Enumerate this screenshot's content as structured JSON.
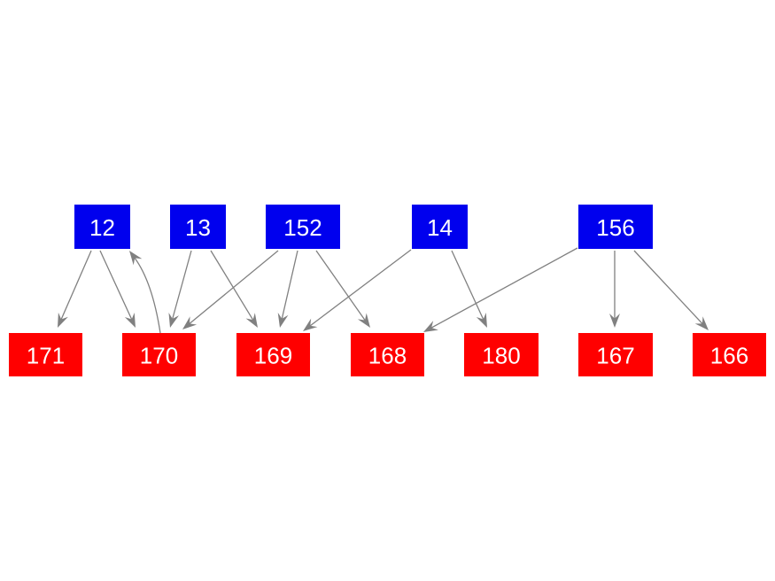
{
  "colors": {
    "source_node": "#0000ee",
    "target_node": "#ff0000",
    "edge": "#808080",
    "label": "#ffffff",
    "background": "#ffffff"
  },
  "nodes": [
    {
      "id": "12",
      "label": "12",
      "group": "source"
    },
    {
      "id": "13",
      "label": "13",
      "group": "source"
    },
    {
      "id": "152",
      "label": "152",
      "group": "source"
    },
    {
      "id": "14",
      "label": "14",
      "group": "source"
    },
    {
      "id": "156",
      "label": "156",
      "group": "source"
    },
    {
      "id": "171",
      "label": "171",
      "group": "target"
    },
    {
      "id": "170",
      "label": "170",
      "group": "target"
    },
    {
      "id": "169",
      "label": "169",
      "group": "target"
    },
    {
      "id": "168",
      "label": "168",
      "group": "target"
    },
    {
      "id": "180",
      "label": "180",
      "group": "target"
    },
    {
      "id": "167",
      "label": "167",
      "group": "target"
    },
    {
      "id": "166",
      "label": "166",
      "group": "target"
    }
  ],
  "edges": [
    {
      "from": "12",
      "to": "171"
    },
    {
      "from": "12",
      "to": "170"
    },
    {
      "from": "170",
      "to": "12"
    },
    {
      "from": "13",
      "to": "170"
    },
    {
      "from": "13",
      "to": "169"
    },
    {
      "from": "152",
      "to": "170"
    },
    {
      "from": "152",
      "to": "169"
    },
    {
      "from": "152",
      "to": "168"
    },
    {
      "from": "14",
      "to": "169"
    },
    {
      "from": "14",
      "to": "180"
    },
    {
      "from": "156",
      "to": "168"
    },
    {
      "from": "156",
      "to": "167"
    },
    {
      "from": "156",
      "to": "166"
    }
  ]
}
